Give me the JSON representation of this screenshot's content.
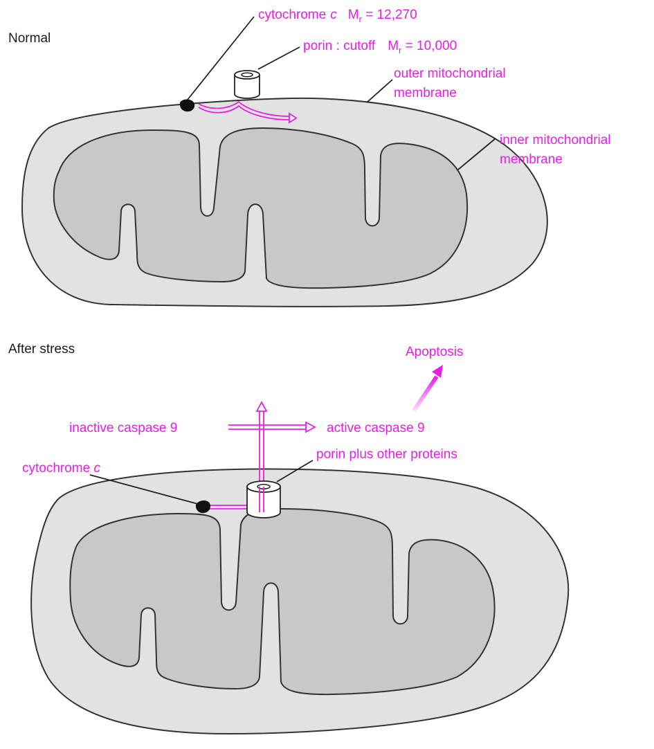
{
  "colors": {
    "accent": "#e81ee8",
    "outer_membrane_fill": "#e2e2e2",
    "inner_membrane_fill": "#c8c8c8",
    "line": "#333333"
  },
  "normal": {
    "heading": "Normal",
    "cytochrome_label": {
      "name": "cytochrome",
      "italic": "c",
      "mr": "M",
      "sub": "r",
      "value": " = 12,270"
    },
    "porin_label": {
      "name": "porin : cutoff",
      "mr": "M",
      "sub": "r",
      "value": " = 10,000"
    },
    "outer_membrane_label": [
      "outer mitochondrial",
      "membrane"
    ],
    "inner_membrane_label": [
      "inner mitochondrial",
      "membrane"
    ]
  },
  "stress": {
    "heading": "After stress",
    "apoptosis": "Apoptosis",
    "inactive": "inactive caspase 9",
    "active": "active caspase 9",
    "cytochrome_label": {
      "name": "cytochrome ",
      "italic": "c"
    },
    "porin_label": "porin plus other proteins"
  }
}
